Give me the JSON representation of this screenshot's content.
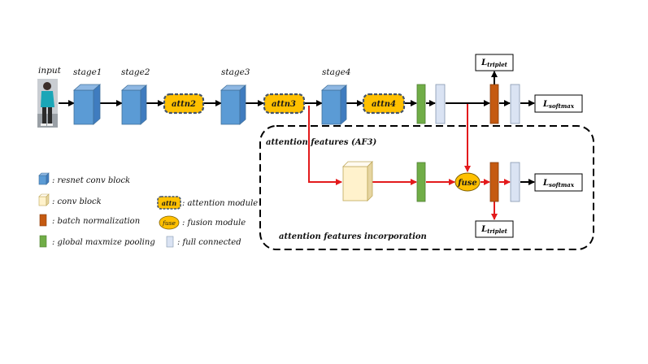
{
  "input_label": "input",
  "stages": [
    "stage1",
    "stage2",
    "stage3",
    "stage4"
  ],
  "attention_modules": [
    "attn2",
    "attn3",
    "attn4"
  ],
  "losses": {
    "triplet_main": "L",
    "triplet_main_sub": "triplet",
    "softmax_main": "L",
    "softmax_main_sub": "softmax",
    "softmax_branch": "L",
    "softmax_branch_sub": "softmax",
    "triplet_branch": "L",
    "triplet_branch_sub": "triplet"
  },
  "fuse_label": "fuse",
  "af3_title": "attention   features (AF3)",
  "af3_footer": "attention   features incorporation",
  "legend": {
    "resnet": ": resnet conv block",
    "conv": ": conv block",
    "bn": ": batch normalization",
    "gmp": ": global maxmize pooling",
    "attn_icon": "attn",
    "attn": ": attention module",
    "fuse_icon": "fuse",
    "fuse": ": fusion module",
    "fc": ": full connected"
  },
  "colors": {
    "resnet_block": "#5b9bd5",
    "attn_fill": "#ffc000",
    "attn_border": "#44546a",
    "bn": "#c55a11",
    "gmp": "#70ad47",
    "fc": "#dae3f3",
    "conv_block": "#fff2cc",
    "red_arrow": "#e31a1c"
  }
}
